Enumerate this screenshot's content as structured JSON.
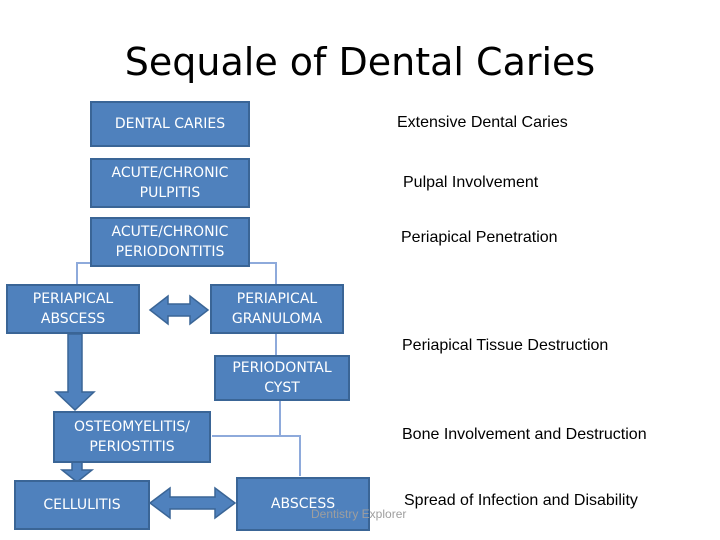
{
  "title": "Sequale of Dental Caries",
  "boxes": {
    "dental_caries": "DENTAL CARIES",
    "pulpitis": "ACUTE/CHRONIC\nPULPITIS",
    "periodontitis": "ACUTE/CHRONIC\nPERIODONTITIS",
    "abscess_periapical": "PERIAPICAL\nABSCESS",
    "granuloma": "PERIAPICAL\nGRANULOMA",
    "cyst": "PERIODONTAL\nCYST",
    "osteomyelitis": "OSTEOMYELITIS/\nPERIOSTITIS",
    "cellulitis": "CELLULITIS",
    "abscess": "ABSCESS"
  },
  "labels": {
    "extensive": "Extensive Dental Caries",
    "pulpal": "Pulpal Involvement",
    "periapical_penetration": "Periapical Penetration",
    "tissue_destruction": "Periapical Tissue Destruction",
    "bone": "Bone Involvement and Destruction",
    "spread": "Spread of Infection and Disability"
  },
  "watermark": "Dentistry Explorer",
  "colors": {
    "box_fill": "#4f81bd",
    "box_border": "#3a6596",
    "arrow": "#4f81bd",
    "connector": "#8eaadb",
    "text": "#000000"
  }
}
